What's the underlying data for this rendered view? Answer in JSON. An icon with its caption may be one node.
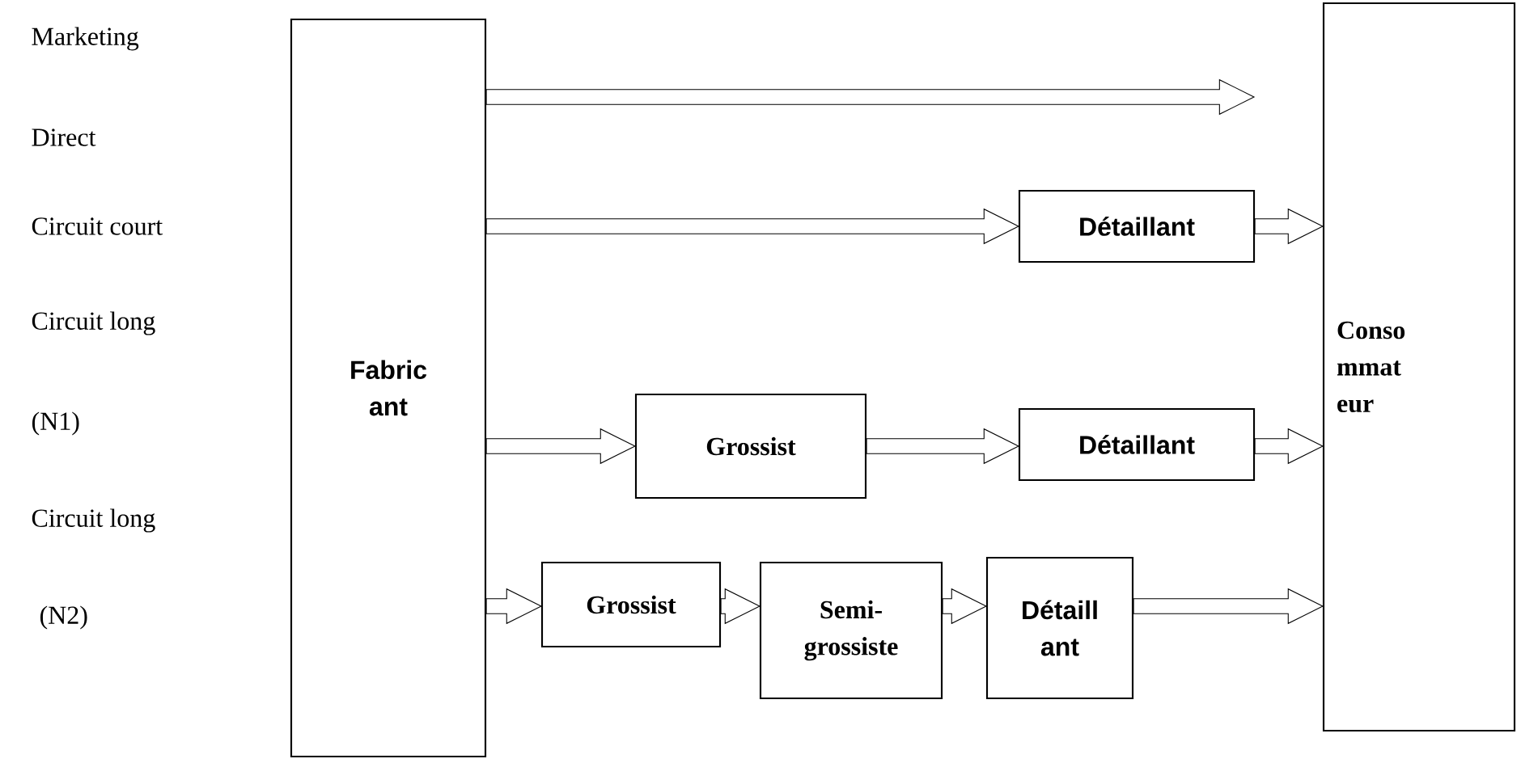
{
  "diagram": {
    "nodes": [
      {
        "text": [
          "Fabric ant"
        ]
      },
      {
        "text": [
          "Détaillant"
        ]
      },
      {
        "text": [
          "Conso mmat eur"
        ]
      },
      {
        "text": [
          "Grossist"
        ]
      },
      {
        "text": [
          "Détaillant"
        ]
      },
      {
        "text": [
          "Grossist"
        ]
      },
      {
        "text": [
          "Semi- grossiste"
        ]
      },
      {
        "text": [
          "Détaill ant"
        ]
      }
    ],
    "edges": [
      {
        "from": 0,
        "to": null,
        "arrow": "to"
      },
      {
        "from": 0,
        "to": 1,
        "arrow": "to"
      },
      {
        "from": 1,
        "to": 2,
        "arrow": "to"
      },
      {
        "from": 0,
        "to": 3,
        "arrow": "to"
      },
      {
        "from": 3,
        "to": 4,
        "arrow": "to"
      },
      {
        "from": 4,
        "to": 2,
        "arrow": "to"
      },
      {
        "from": 0,
        "to": 5,
        "arrow": "to"
      },
      {
        "from": 5,
        "to": 6,
        "arrow": "to"
      },
      {
        "from": 6,
        "to": 7,
        "arrow": "to"
      },
      {
        "from": 7,
        "to": 2,
        "arrow": "to"
      }
    ],
    "labels": [
      "Marketing",
      "Direct",
      "Circuit court",
      "Circuit long",
      "(N1)",
      "Circuit long",
      "(N2)"
    ]
  }
}
